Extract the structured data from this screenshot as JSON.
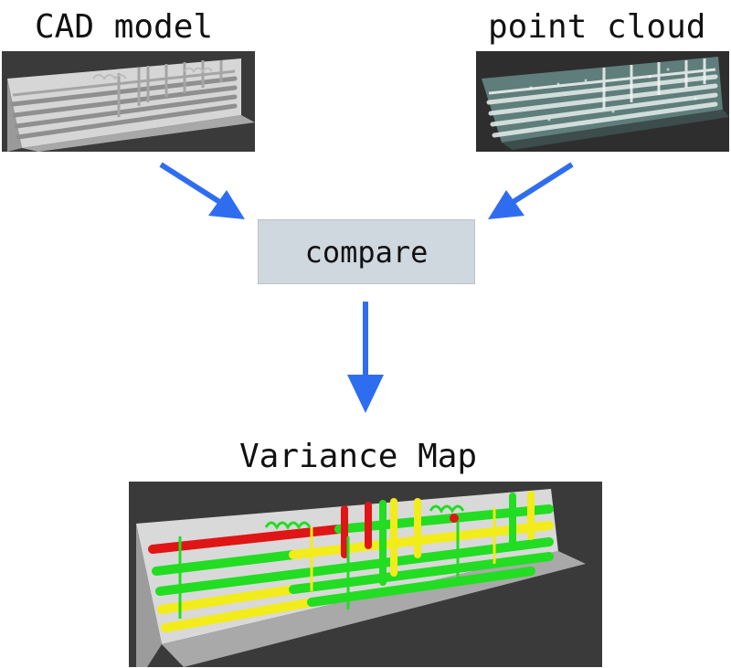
{
  "diagram": {
    "inputs": [
      {
        "caption": "CAD model"
      },
      {
        "caption": "point cloud"
      }
    ],
    "process": {
      "label": "compare"
    },
    "output": {
      "caption": "Variance Map"
    }
  },
  "colors": {
    "arrow": "#2f6df0",
    "process_fill": "#cfd7df",
    "view_background": "#3a3a3a",
    "variance_red": "#e01515",
    "variance_yellow": "#f2ec1a",
    "variance_green": "#22dd22"
  }
}
